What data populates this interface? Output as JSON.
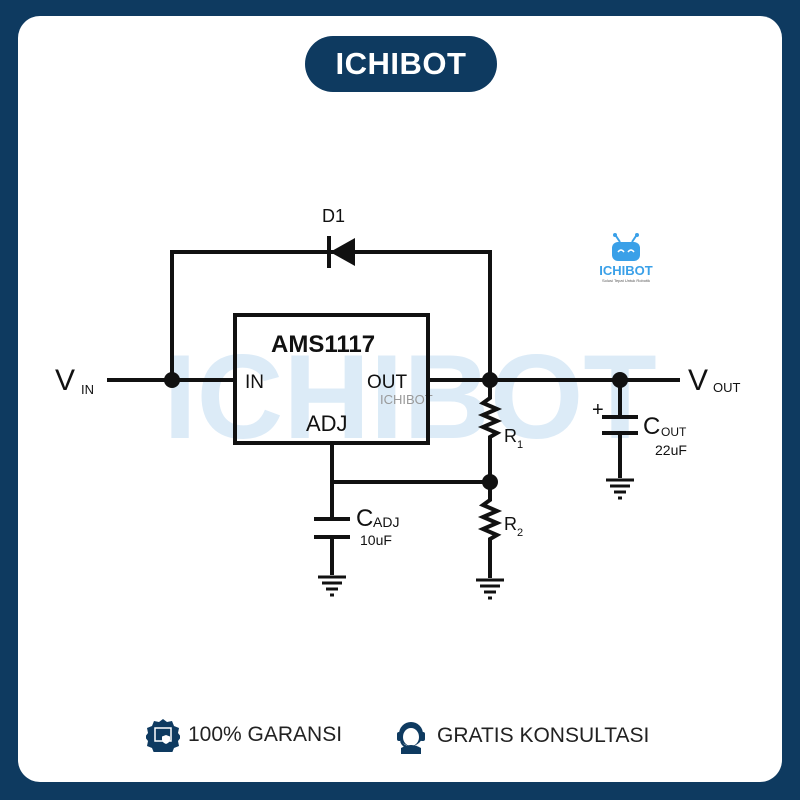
{
  "header": {
    "brand": "ICHIBOT"
  },
  "logo": {
    "name": "ICHIBOT",
    "tagline": "Solusi Tepat Untuk Robotik"
  },
  "watermark": {
    "text": "ICHIBOT",
    "small": "ICHIBOT"
  },
  "circuit": {
    "chip": "AMS1117",
    "pin_in": "IN",
    "pin_out": "OUT",
    "pin_adj": "ADJ",
    "diode": "D1",
    "vin": "V",
    "vin_sub": "IN",
    "vout": "V",
    "vout_sub": "OUT",
    "r1": "R",
    "r1_sub": "1",
    "r2": "R",
    "r2_sub": "2",
    "cadj": "C",
    "cadj_sub": "ADJ",
    "cadj_value": "10uF",
    "cout": "C",
    "cout_sub": "OUT",
    "cout_value": "22uF",
    "polarity": "+"
  },
  "footer": {
    "warranty": "100% GARANSI",
    "consult": "GRATIS KONSULTASI"
  },
  "colors": {
    "frame": "#0e3a60",
    "logo": "#3aa0e8"
  }
}
